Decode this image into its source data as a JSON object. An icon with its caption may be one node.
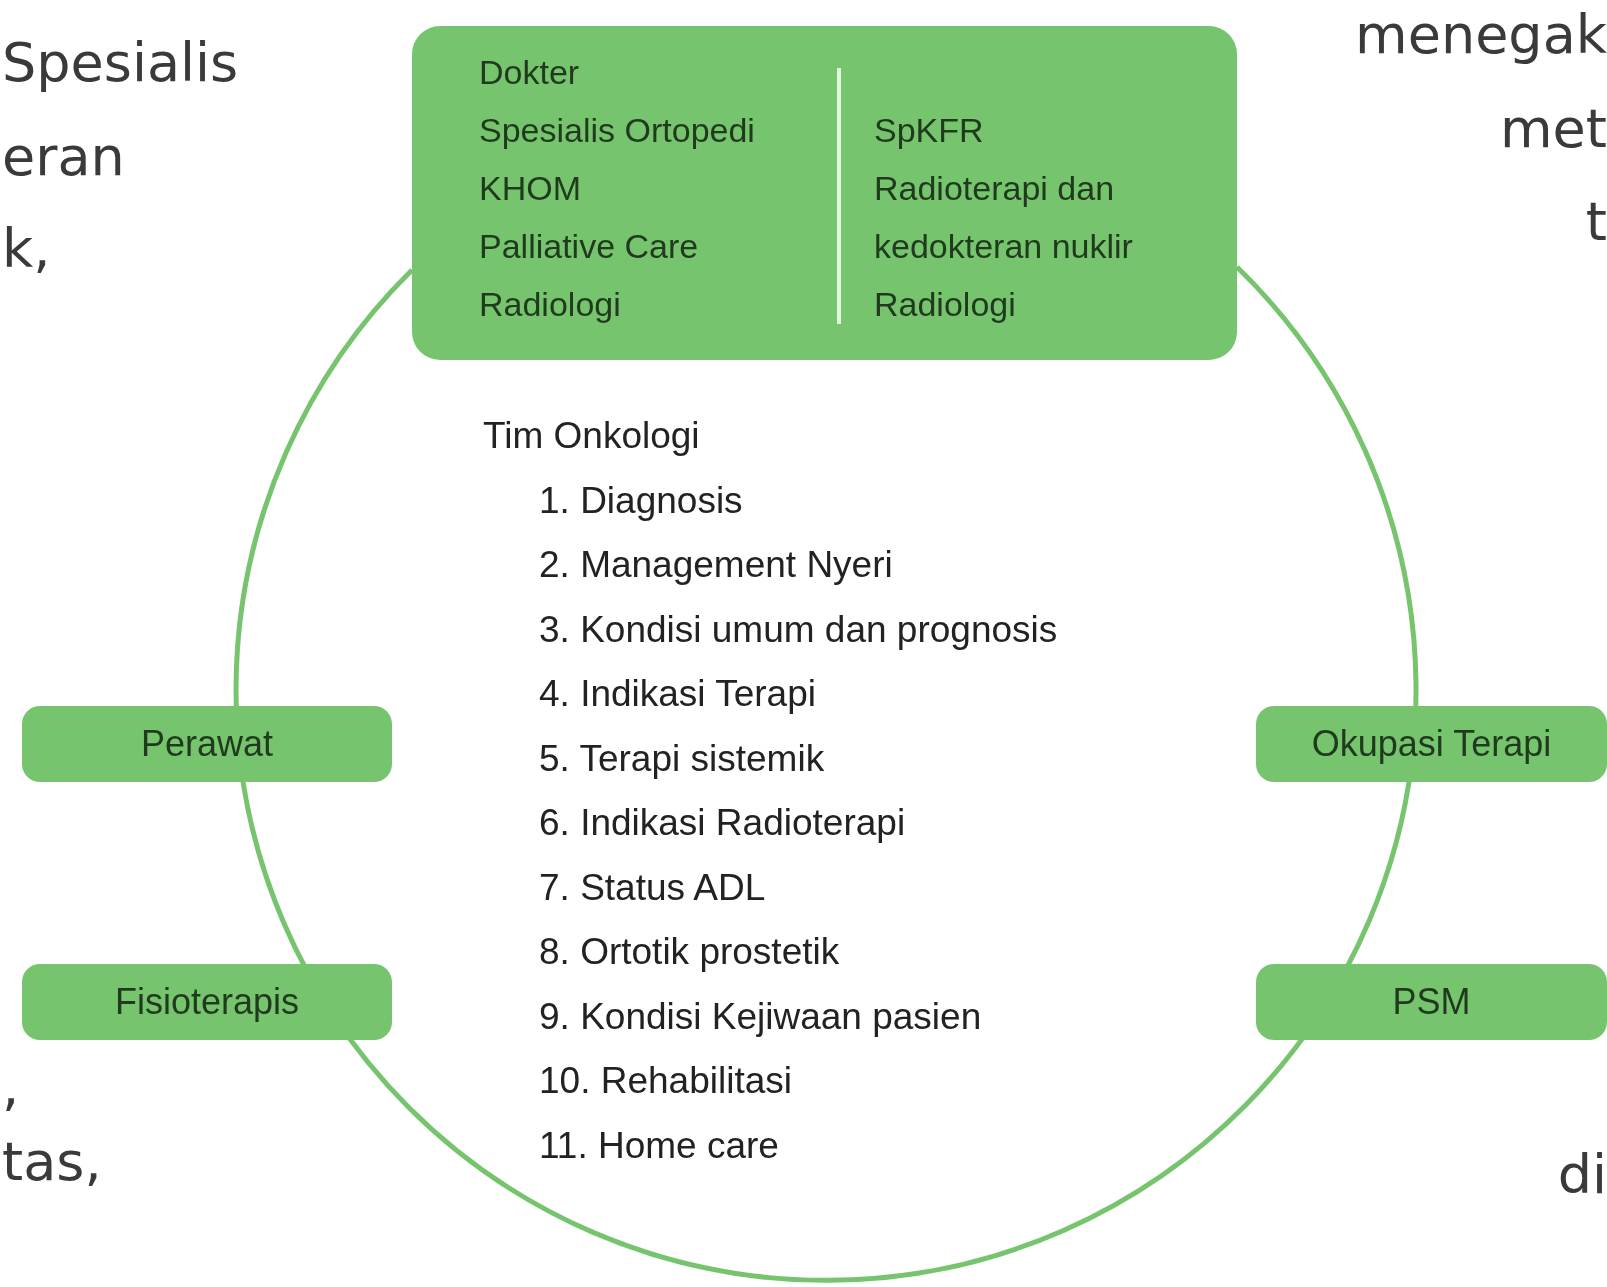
{
  "diagram": {
    "nodes": [
      {
        "text": [
          "Tim Onkologi",
          "1. Diagnosis",
          "2. Management Nyeri",
          "3. Kondisi umum dan prognosis",
          "4. Indikasi Terapi",
          "5. Terapi sistemik",
          "6. Indikasi Radioterapi",
          "7. Status ADL",
          "8. Ortotik prostetik",
          "9. Kondisi Kejiwaan pasien",
          "10. Rehabilitasi",
          "11. Home care"
        ]
      },
      {
        "text": [
          "Dokter",
          "Spesialis Ortopedi",
          "KHOM",
          "Palliative Care",
          "Radiologi",
          "SpKFR",
          "Radioterapi dan kedokteran nuklir",
          "Radiologi"
        ]
      },
      {
        "text": [
          "Perawat"
        ]
      },
      {
        "text": [
          "Okupasi Terapi"
        ]
      },
      {
        "text": [
          "Fisioterapis"
        ]
      },
      {
        "text": [
          "PSM"
        ]
      }
    ],
    "labels": [
      "Spesialis",
      "menegak",
      "met",
      "eran",
      "t",
      "k,",
      ",",
      "tas,",
      "di"
    ]
  }
}
